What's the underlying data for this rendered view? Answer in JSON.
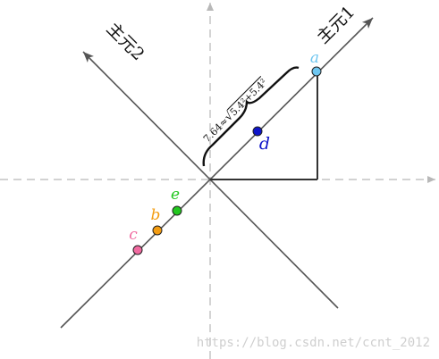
{
  "axes": {
    "pc1_label": "主元1",
    "pc2_label": "主元2"
  },
  "points": {
    "a": {
      "label": "a",
      "color": "#6ec6f0"
    },
    "b": {
      "label": "b",
      "color": "#f39c12"
    },
    "c": {
      "label": "c",
      "color": "#f06aa0"
    },
    "d": {
      "label": "d",
      "color": "#0f15c9"
    },
    "e": {
      "label": "e",
      "color": "#22c71f"
    }
  },
  "brace": {
    "label_value": "7.64≈",
    "label_radicand": "5.4²+5.4²"
  },
  "watermark": "https://blog.csdn.net/ccnt_2012",
  "colors": {
    "axis_line": "#555555",
    "dashed_axis": "#b8b8b8",
    "brace": "#111111"
  }
}
